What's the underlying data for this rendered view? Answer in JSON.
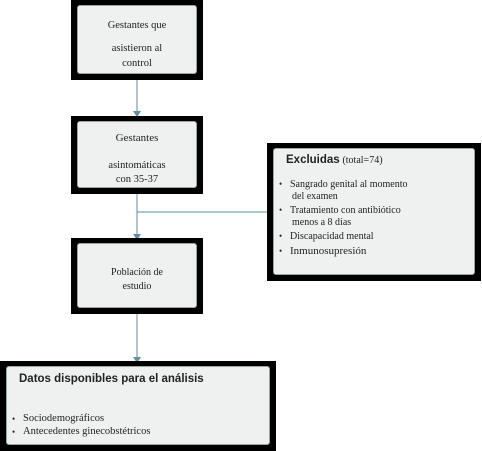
{
  "boxes": {
    "attended": {
      "lines": [
        "Gestantes que",
        "asistieron al",
        "control"
      ]
    },
    "asymptomatic": {
      "lines": [
        "Gestantes",
        "asintomáticas",
        "con 35-37"
      ]
    },
    "population": {
      "lines": [
        "Población de",
        "estudio"
      ]
    },
    "excluded": {
      "title": "Excluidas",
      "total": "(total=74)",
      "items": [
        {
          "line1": "Sangrado genital al momento",
          "line2": "del examen"
        },
        {
          "line1": "Tratamiento con antibiótico",
          "line2": "menos a 8 días"
        },
        {
          "line1": "Discapacidad mental",
          "line2": ""
        },
        {
          "line1": "Inmunosupresión",
          "line2": ""
        }
      ]
    },
    "data": {
      "title": "Datos disponibles para el análisis",
      "items": [
        {
          "text": "Sociodemográficos"
        },
        {
          "text": "Antecedentes ginecobstétricos"
        }
      ]
    }
  },
  "colors": {
    "frame": "#000000",
    "box_fill": "#eef1f0",
    "connector": "#5f8f9f"
  }
}
